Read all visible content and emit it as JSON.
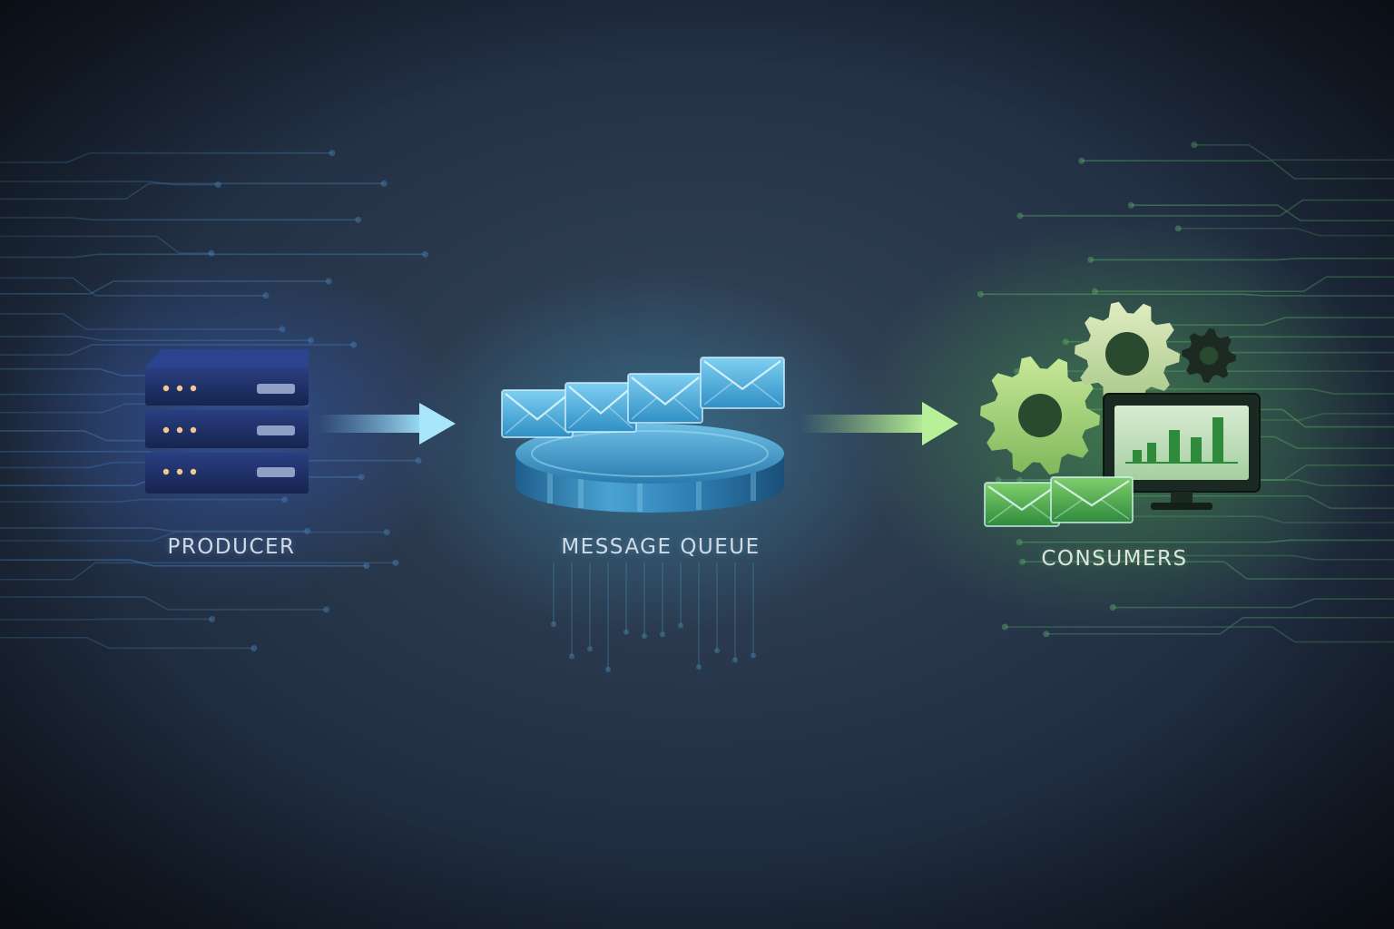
{
  "diagram": {
    "nodes": [
      {
        "id": "producer",
        "label": "PRODUCER",
        "icon": "server-rack-icon"
      },
      {
        "id": "queue",
        "label": "MESSAGE QUEUE",
        "icon": "queue-disc-icon"
      },
      {
        "id": "consumers",
        "label": "CONSUMERS",
        "icon": "gears-monitor-icon"
      }
    ],
    "edges": [
      {
        "from": "producer",
        "to": "queue"
      },
      {
        "from": "queue",
        "to": "consumers"
      }
    ]
  },
  "colors": {
    "background": "#1e2a3a",
    "producer_blue": "#1f2f63",
    "queue_blue": "#3a86b8",
    "consumer_green": "#6fbf5a",
    "label_text": "#cfdbe6"
  }
}
